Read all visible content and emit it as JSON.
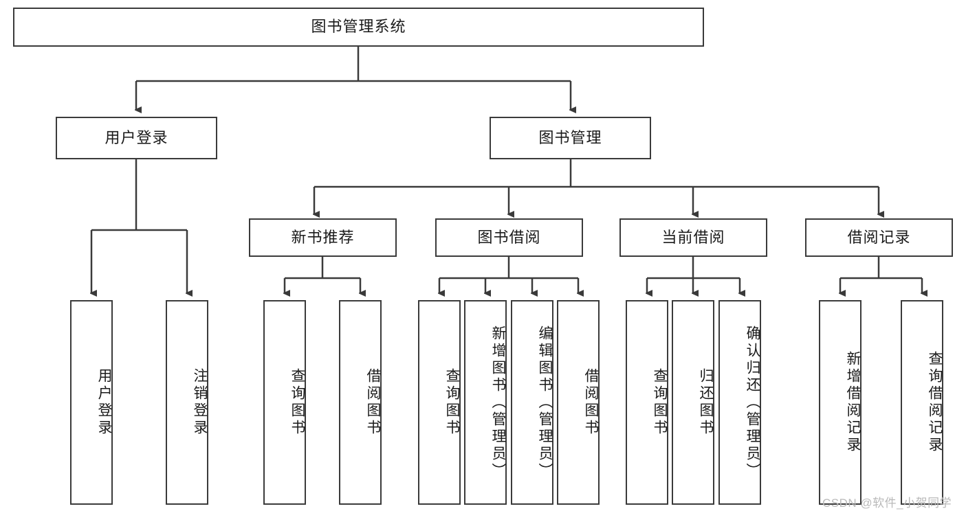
{
  "diagram": {
    "title": "图书管理系统",
    "root": {
      "label": "图书管理系统"
    },
    "level2": [
      {
        "label": "用户登录"
      },
      {
        "label": "图书管理"
      }
    ],
    "level3": [
      {
        "label": "新书推荐"
      },
      {
        "label": "图书借阅"
      },
      {
        "label": "当前借阅"
      },
      {
        "label": "借阅记录"
      }
    ],
    "leaves": {
      "user_login": [
        {
          "label": "用户登录"
        },
        {
          "label": "注销登录"
        }
      ],
      "new_book_recommend": [
        {
          "label": "查询图书"
        },
        {
          "label": "借阅图书"
        }
      ],
      "book_borrow": [
        {
          "label": "查询图书"
        },
        {
          "label": "新增图书（管理员）"
        },
        {
          "label": "编辑图书（管理员）"
        },
        {
          "label": "借阅图书"
        }
      ],
      "current_borrow": [
        {
          "label": "查询图书"
        },
        {
          "label": "归还图书"
        },
        {
          "label": "确认归还（管理员）"
        }
      ],
      "borrow_record": [
        {
          "label": "新增借阅记录"
        },
        {
          "label": "查询借阅记录"
        }
      ]
    }
  },
  "watermark": {
    "text": "CSDN @软件_小贺同学"
  },
  "colors": {
    "stroke": "#3a3a3a",
    "box_fill": "#ffffff",
    "text": "#1a1a1a",
    "watermark": "#b9b9b9"
  }
}
